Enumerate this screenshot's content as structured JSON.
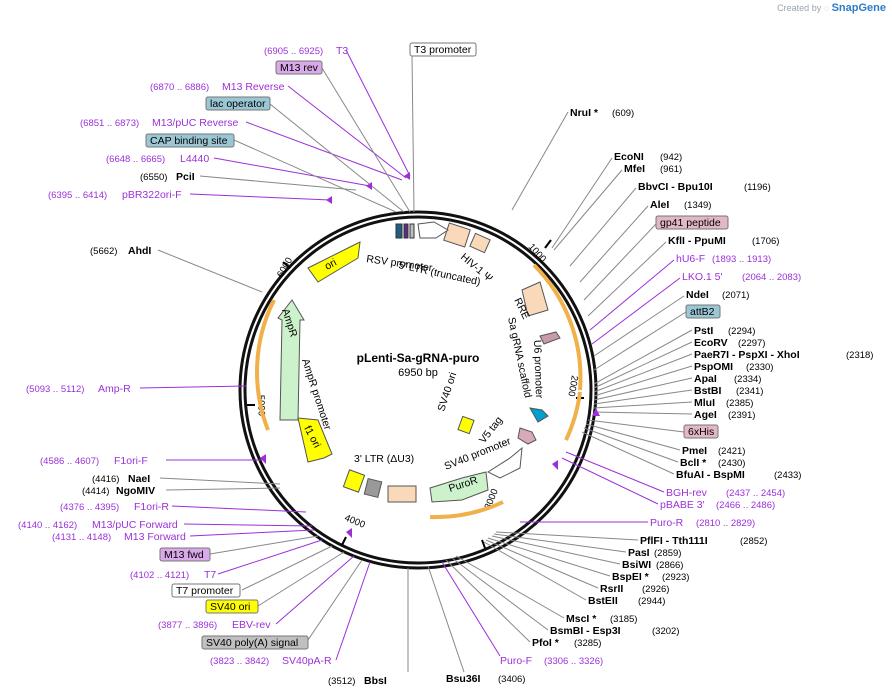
{
  "app": {
    "credit_prefix": "Created by",
    "brand": "SnapGene"
  },
  "plasmid": {
    "name": "pLenti-Sa-gRNA-puro",
    "size": "6950 bp"
  },
  "ticks": [
    "1000",
    "2000",
    "3000",
    "4000",
    "5000",
    "6000"
  ],
  "sites": [
    {
      "name": "NruI *",
      "pos": "(609)",
      "side": "right"
    },
    {
      "name": "EcoNI",
      "pos": "(942)",
      "side": "right"
    },
    {
      "name": "MfeI",
      "pos": "(961)",
      "side": "right"
    },
    {
      "name": "BbvCI - Bpu10I",
      "pos": "(1196)",
      "side": "right"
    },
    {
      "name": "AleI",
      "pos": "(1349)",
      "side": "right"
    },
    {
      "name": "KflI - PpuMI",
      "pos": "(1706)",
      "side": "right"
    },
    {
      "name": "NdeI",
      "pos": "(2071)",
      "side": "right"
    },
    {
      "name": "PstI",
      "pos": "(2294)",
      "side": "right"
    },
    {
      "name": "EcoRV",
      "pos": "(2297)",
      "side": "right"
    },
    {
      "name": "PaeR7I - PspXI - XhoI",
      "pos": "(2318)",
      "side": "right"
    },
    {
      "name": "PspOMI",
      "pos": "(2330)",
      "side": "right"
    },
    {
      "name": "ApaI",
      "pos": "(2334)",
      "side": "right"
    },
    {
      "name": "BstBI",
      "pos": "(2341)",
      "side": "right"
    },
    {
      "name": "MluI",
      "pos": "(2385)",
      "side": "right"
    },
    {
      "name": "AgeI",
      "pos": "(2391)",
      "side": "right"
    },
    {
      "name": "PmeI",
      "pos": "(2421)",
      "side": "right"
    },
    {
      "name": "BclI *",
      "pos": "(2430)",
      "side": "right"
    },
    {
      "name": "BfuAI - BspMI",
      "pos": "(2433)",
      "side": "right"
    },
    {
      "name": "PflFI - Tth111I",
      "pos": "(2852)",
      "side": "right"
    },
    {
      "name": "PasI",
      "pos": "(2859)",
      "side": "right"
    },
    {
      "name": "BsiWI",
      "pos": "(2866)",
      "side": "right"
    },
    {
      "name": "BspEI *",
      "pos": "(2923)",
      "side": "right"
    },
    {
      "name": "RsrII",
      "pos": "(2926)",
      "side": "right"
    },
    {
      "name": "BstEII",
      "pos": "(2944)",
      "side": "right"
    },
    {
      "name": "MscI *",
      "pos": "(3185)",
      "side": "right"
    },
    {
      "name": "BsmBI - Esp3I",
      "pos": "(3202)",
      "side": "right"
    },
    {
      "name": "PfoI *",
      "pos": "(3285)",
      "side": "right"
    },
    {
      "name": "Bsu36I",
      "pos": "(3406)",
      "side": "bottom"
    },
    {
      "name": "BbsI",
      "pos": "(3512)",
      "side": "bottom"
    },
    {
      "name": "NaeI",
      "pos": "(4416)",
      "side": "left"
    },
    {
      "name": "NgoMIV",
      "pos": "(4414)",
      "side": "left"
    },
    {
      "name": "AhdI",
      "pos": "(5662)",
      "side": "left"
    },
    {
      "name": "PciI",
      "pos": "(6550)",
      "side": "left"
    }
  ],
  "feature_labels": [
    {
      "name": "T3",
      "pos": "(6905 .. 6925)"
    },
    {
      "name": "M13 rev",
      "boxed": "purple"
    },
    {
      "name": "T3 promoter",
      "boxed": "white"
    },
    {
      "name": "M13 Reverse",
      "pos": "(6870 .. 6886)"
    },
    {
      "name": "lac operator",
      "boxed": "blue"
    },
    {
      "name": "M13/pUC Reverse",
      "pos": "(6851 .. 6873)"
    },
    {
      "name": "CAP binding site",
      "boxed": "blue"
    },
    {
      "name": "L4440",
      "pos": "(6648 .. 6665)"
    },
    {
      "name": "pBR322ori-F",
      "pos": "(6395 .. 6414)"
    },
    {
      "name": "gp41 peptide",
      "boxed": "pink"
    },
    {
      "name": "hU6-F",
      "pos": "(1893 .. 1913)"
    },
    {
      "name": "LKO.1 5'",
      "pos": "(2064 .. 2083)"
    },
    {
      "name": "attB2",
      "boxed": "blue"
    },
    {
      "name": "6xHis",
      "boxed": "pink"
    },
    {
      "name": "BGH-rev",
      "pos": "(2437 .. 2454)"
    },
    {
      "name": "pBABE 3'",
      "pos": "(2466 .. 2486)"
    },
    {
      "name": "Puro-R",
      "pos": "(2810 .. 2829)"
    },
    {
      "name": "Puro-F",
      "pos": "(3306 .. 3326)"
    },
    {
      "name": "Amp-R",
      "pos": "(5093 .. 5112)"
    },
    {
      "name": "F1ori-F",
      "pos": "(4586 .. 4607)"
    },
    {
      "name": "F1ori-R",
      "pos": "(4376 .. 4395)"
    },
    {
      "name": "M13/pUC Forward",
      "pos": "(4140 .. 4162)"
    },
    {
      "name": "M13 Forward",
      "pos": "(4131 .. 4148)"
    },
    {
      "name": "M13 fwd",
      "boxed": "purple"
    },
    {
      "name": "T7",
      "pos": "(4102 .. 4121)"
    },
    {
      "name": "T7 promoter",
      "boxed": "white"
    },
    {
      "name": "SV40 ori",
      "boxed": "yellow"
    },
    {
      "name": "EBV-rev",
      "pos": "(3877 .. 3896)"
    },
    {
      "name": "SV40 poly(A) signal",
      "boxed": "gray"
    },
    {
      "name": "SV40pA-R",
      "pos": "(3823 .. 3842)"
    }
  ],
  "inner_labels": {
    "rsv": "RSV promoter",
    "ltr5": "5' LTR (truncated)",
    "hiv": "HIV-1 Ψ",
    "rre": "RRE",
    "scaffold": "Sa gRNA scaffold",
    "u6": "U6 promoter",
    "v5": "V5 tag",
    "sv40p": "SV40 promoter",
    "sv40ori": "SV40 ori",
    "puror": "PuroR",
    "ltr3": "3' LTR (ΔU3)",
    "f1": "f1 ori",
    "ampp": "AmpR promoter",
    "ampr": "AmpR",
    "ori": "ori"
  },
  "colors": {
    "primer": "#9b30d9",
    "orange": "#f2b04a",
    "yellow": "#ffff00",
    "green": "#ccf2cc",
    "peach": "#f9d9b9",
    "blue_box": "#9bc7d4",
    "pink_box": "#e3b7c7"
  }
}
